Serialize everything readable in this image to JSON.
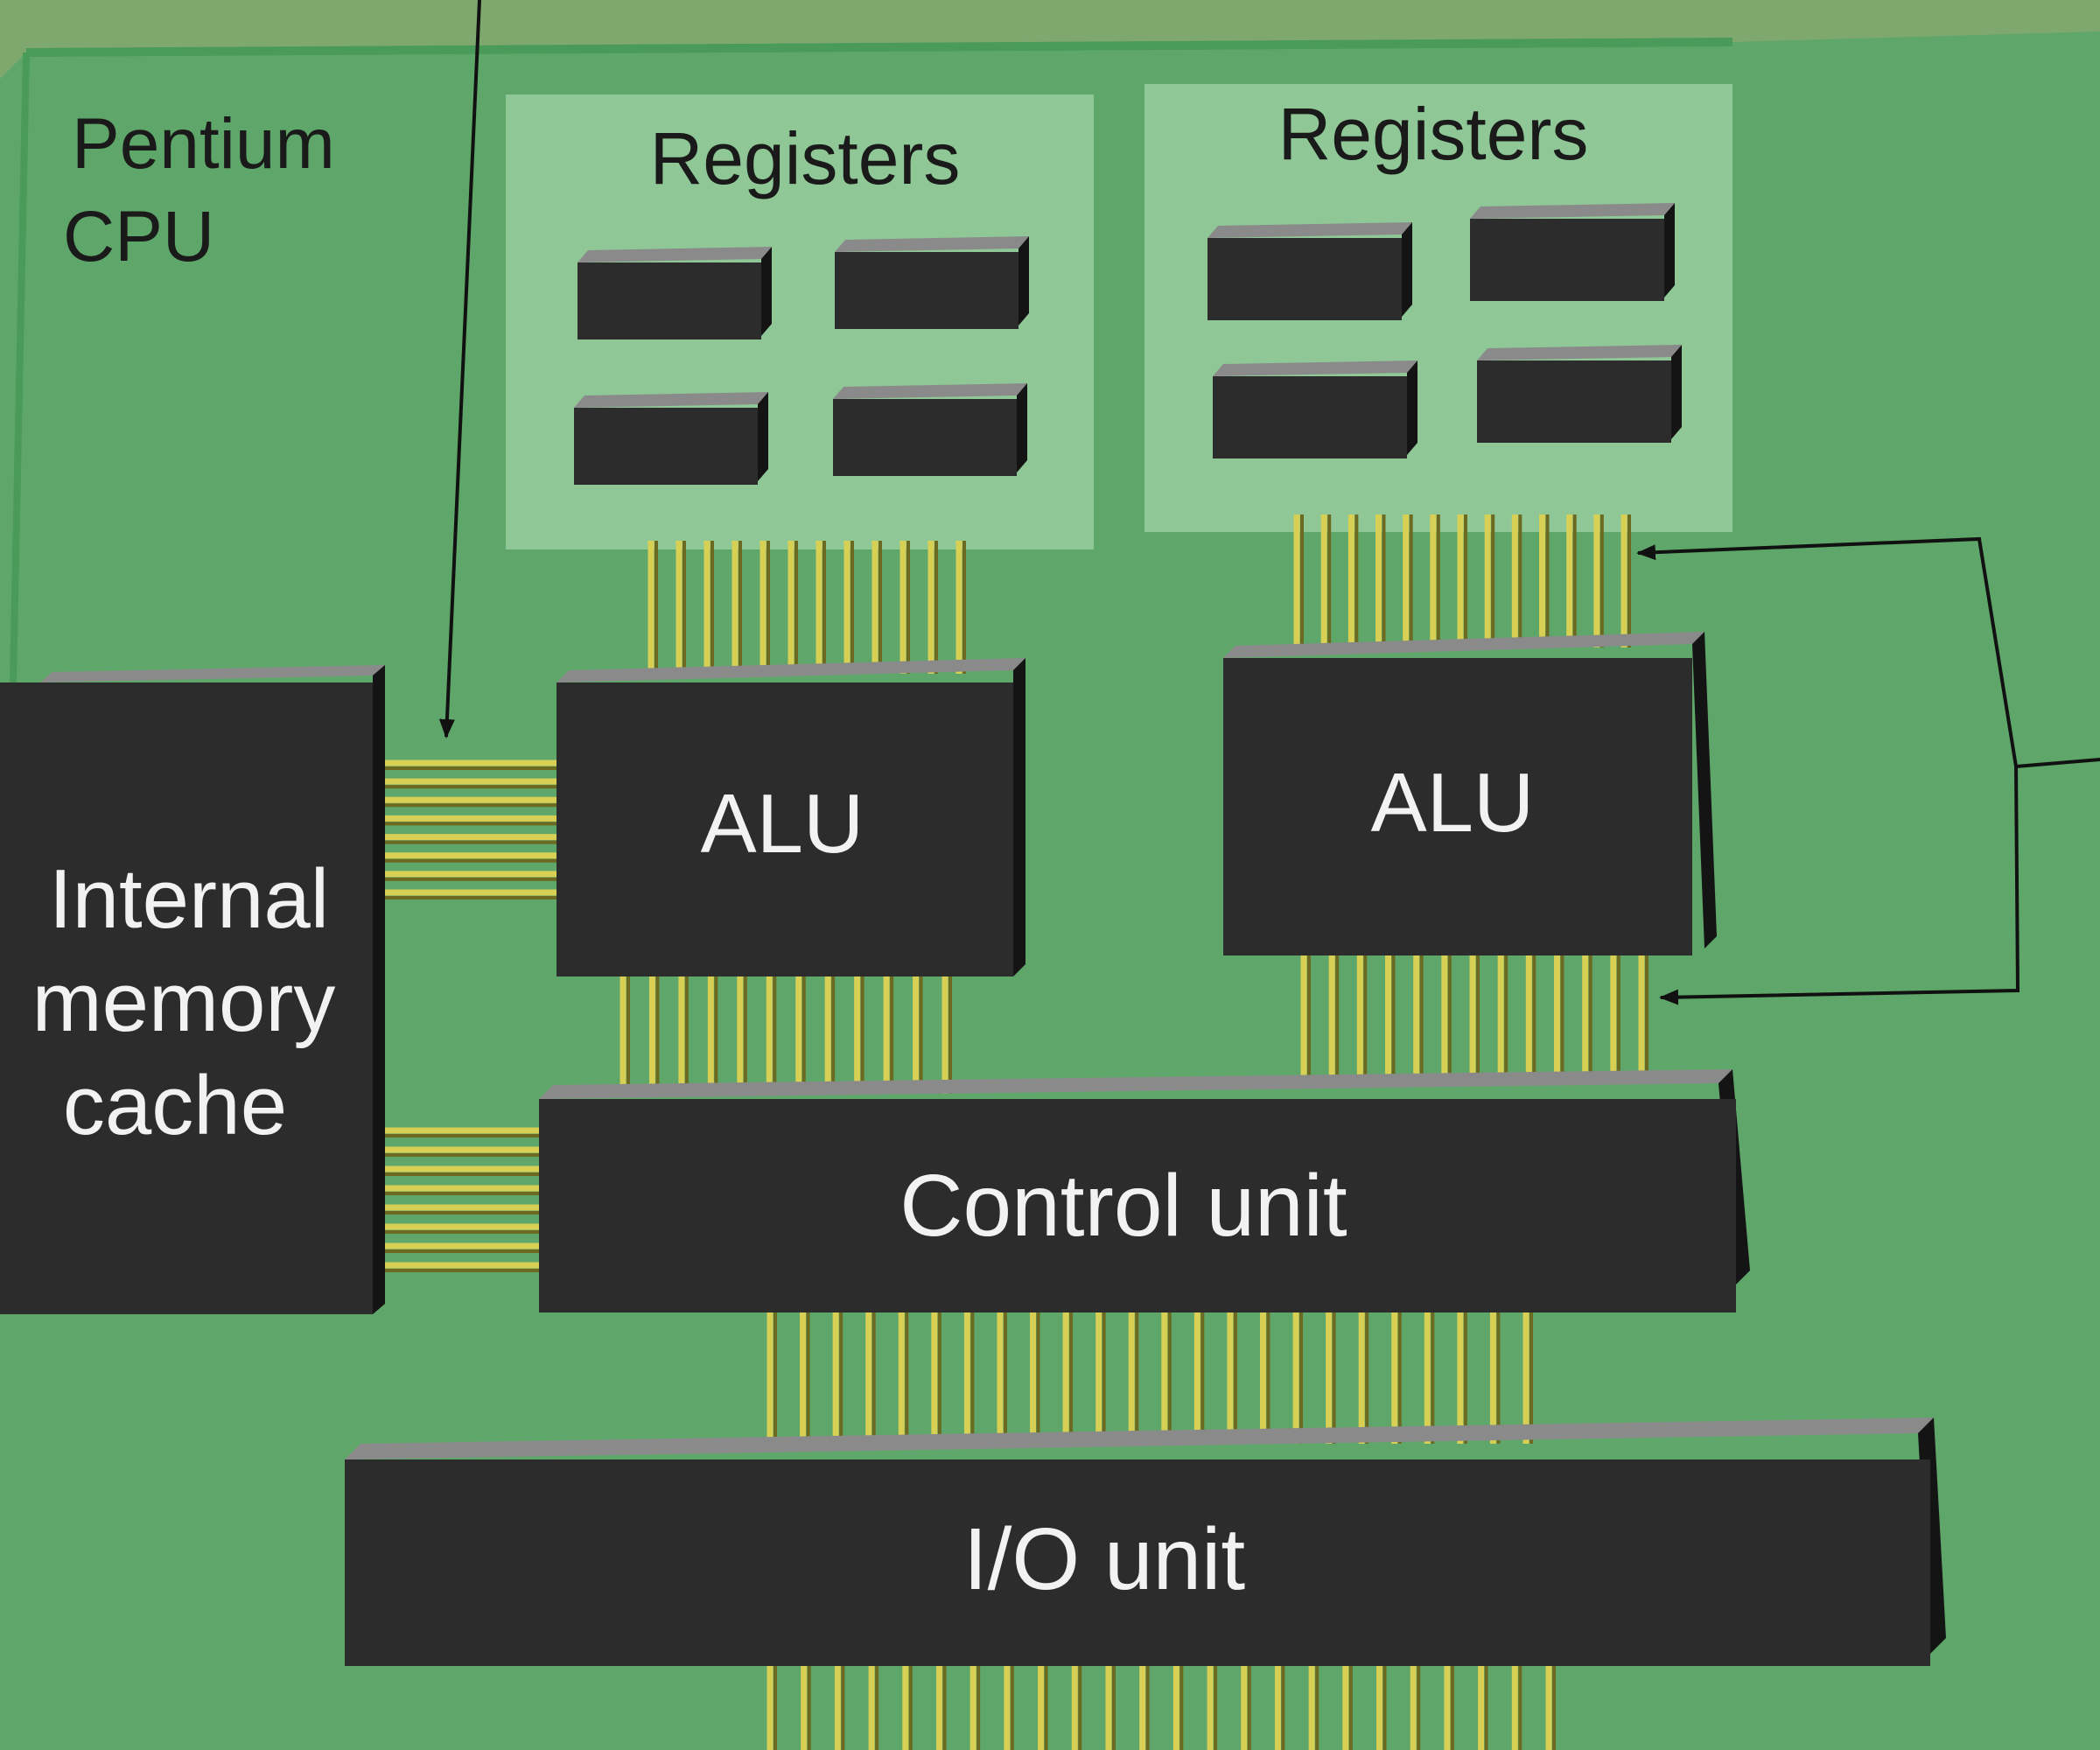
{
  "cpu_label": [
    "Pentium",
    "CPU"
  ],
  "registers_left": {
    "label": "Registers",
    "cell_count": 4
  },
  "registers_right": {
    "label": "Registers",
    "cell_count": 4
  },
  "alu_left": {
    "label": "ALU"
  },
  "alu_right": {
    "label": "ALU"
  },
  "cache": {
    "label": [
      "Internal",
      "memory",
      "cache"
    ]
  },
  "control_unit": {
    "label": "Control unit"
  },
  "io_unit": {
    "label": "I/O unit"
  },
  "colors": {
    "background": "#7fa86f",
    "board": "#5fa66a",
    "board_edge": "#3f8a4e",
    "panel": "#8fc896",
    "chip": "#2c2c2c",
    "chip_top": "#8a8a8a",
    "chip_side": "#141414",
    "chip_text": "#f2f2f2",
    "wire": "#d8cf55",
    "wire_shadow": "#6b6a20",
    "arrow": "#111111"
  }
}
